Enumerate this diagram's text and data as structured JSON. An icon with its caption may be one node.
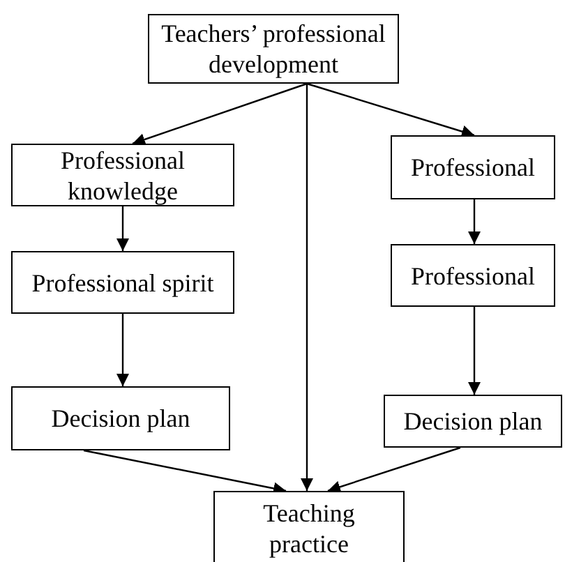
{
  "diagram": {
    "nodes": [
      {
        "text": [
          "Teachers’ professional development"
        ]
      },
      {
        "text": [
          "Professional knowledge"
        ]
      },
      {
        "text": [
          "Professional spirit"
        ]
      },
      {
        "text": [
          "Decision plan"
        ]
      },
      {
        "text": [
          "Professional"
        ]
      },
      {
        "text": [
          "Professional"
        ]
      },
      {
        "text": [
          "Decision plan"
        ]
      },
      {
        "text": [
          "Teaching practice"
        ]
      }
    ],
    "edges": [
      {
        "from": 0,
        "to": 1,
        "arrow": "to"
      },
      {
        "from": 0,
        "to": 7,
        "arrow": "to"
      },
      {
        "from": 0,
        "to": 4,
        "arrow": "to"
      },
      {
        "from": 1,
        "to": 2,
        "arrow": "to"
      },
      {
        "from": 4,
        "to": 5,
        "arrow": "to"
      },
      {
        "from": 2,
        "to": 3,
        "arrow": "to"
      },
      {
        "from": 5,
        "to": 6,
        "arrow": "to"
      },
      {
        "from": 3,
        "to": 7,
        "arrow": "to"
      },
      {
        "from": 6,
        "to": 7,
        "arrow": "to"
      }
    ]
  }
}
